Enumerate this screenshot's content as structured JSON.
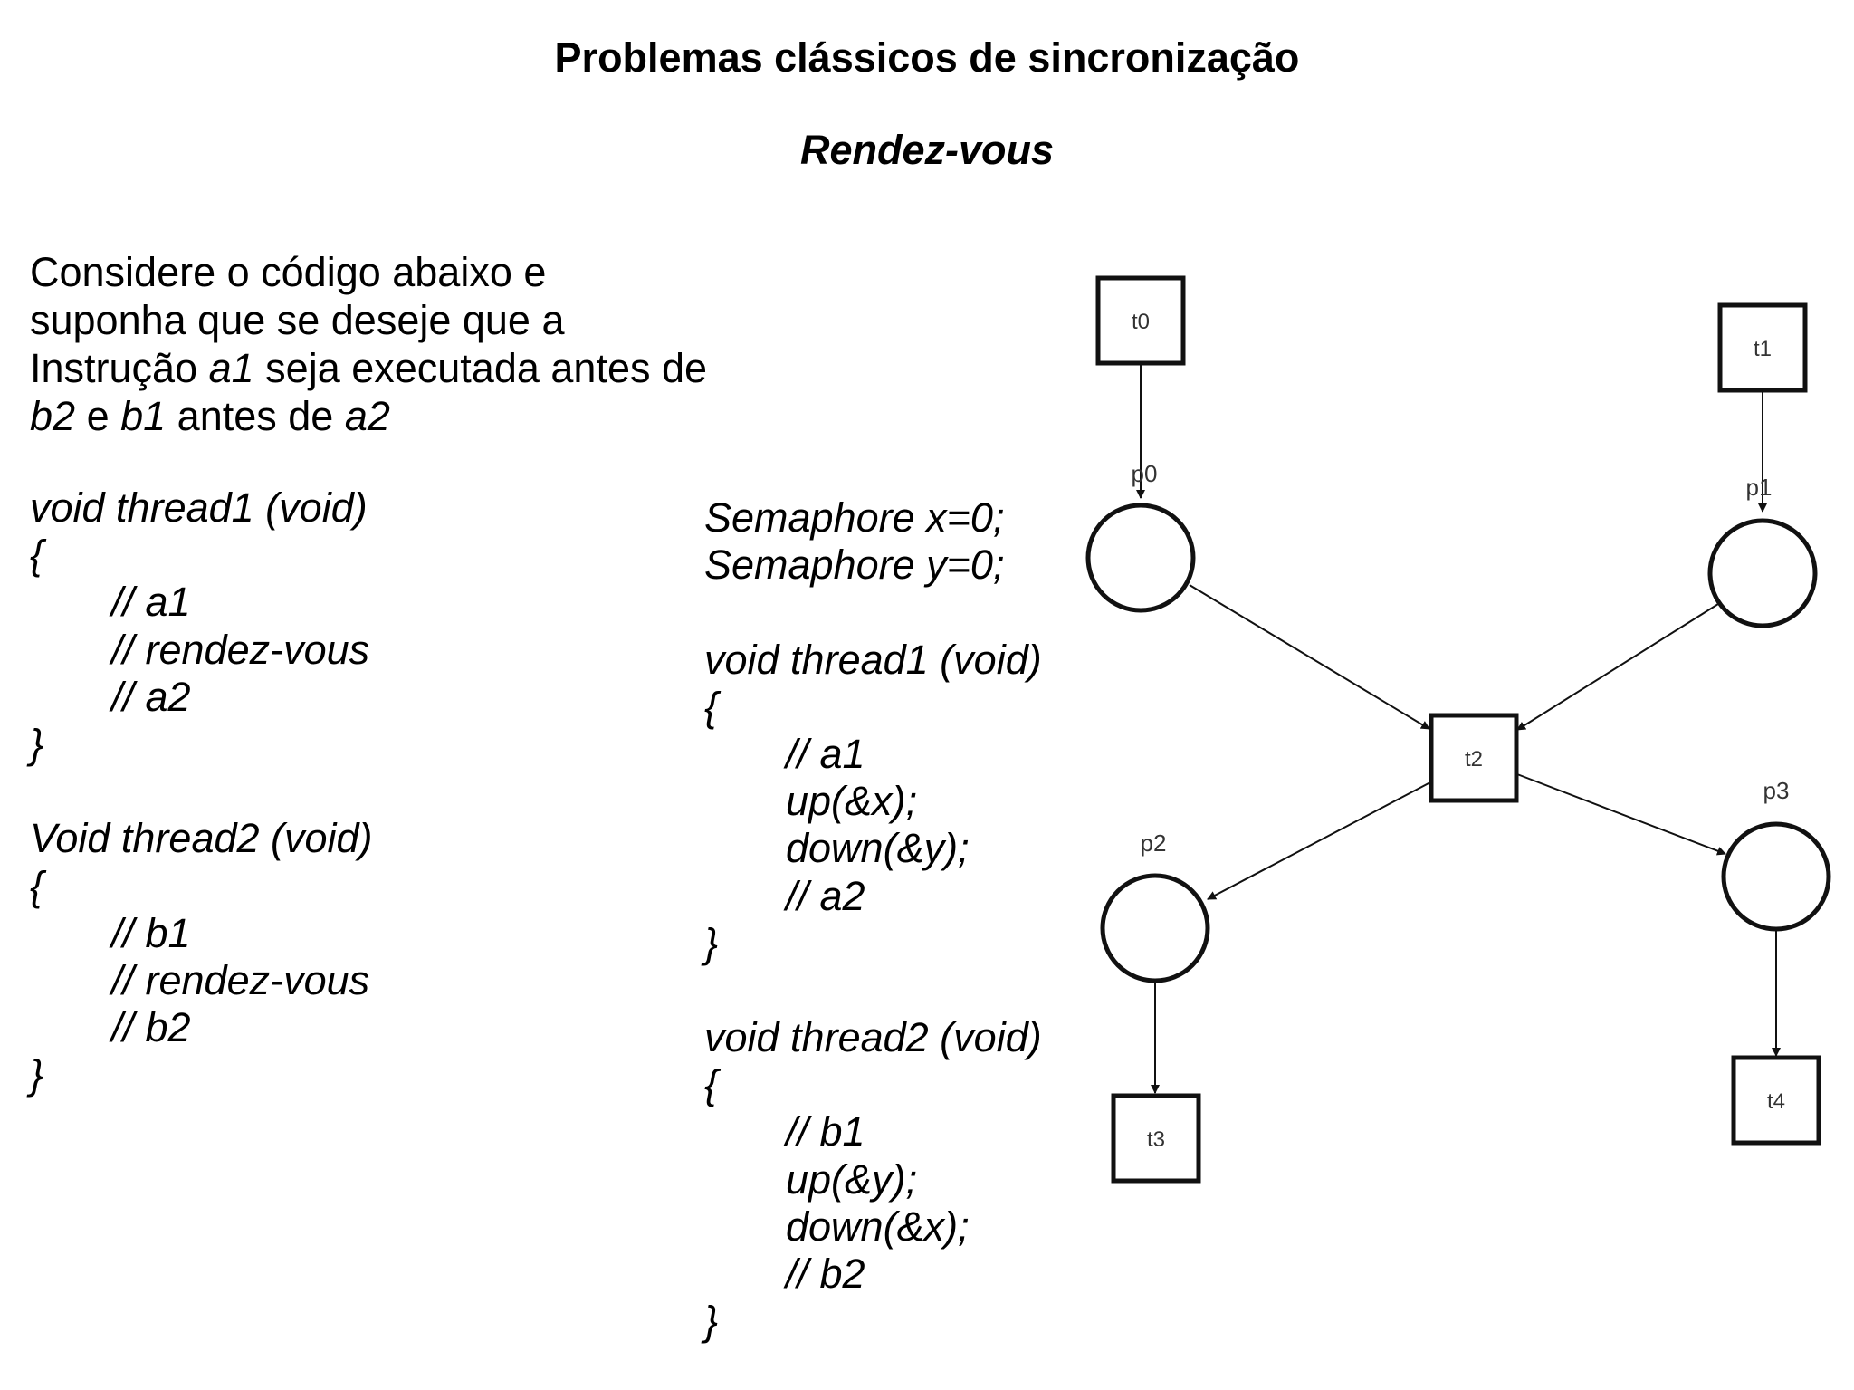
{
  "title": "Problemas clássicos de sincronização",
  "subtitle": "Rendez-vous",
  "intro": {
    "line1": "Considere o código abaixo e",
    "line2": "suponha que se deseje que a",
    "line3_pre": "Instrução ",
    "line3_a1": "a1",
    "line3_post": " seja executada antes de",
    "line4_b2": "b2",
    "line4_e": " e ",
    "line4_b1": "b1",
    "line4_antes": " antes de ",
    "line4_a2": "a2"
  },
  "code_left": [
    "void thread1 (void)",
    "{",
    "// a1",
    "// rendez-vous",
    "// a2",
    "}",
    "",
    "Void thread2 (void)",
    "{",
    "// b1",
    "// rendez-vous",
    "// b2",
    "}"
  ],
  "code_mid": [
    "Semaphore x=0;",
    "Semaphore y=0;",
    "",
    "void thread1 (void)",
    "{",
    "// a1",
    "up(&x);",
    "down(&y);",
    "// a2",
    "}",
    "",
    "void thread2 (void)",
    "{",
    "// b1",
    "up(&y);",
    "down(&x);",
    "// b2",
    "}"
  ],
  "petri_net": {
    "transitions": [
      "t0",
      "t1",
      "t2",
      "t3",
      "t4"
    ],
    "places": [
      "p0",
      "p1",
      "p2",
      "p3"
    ],
    "arcs": [
      [
        "t0",
        "p0"
      ],
      [
        "t1",
        "p1"
      ],
      [
        "p0",
        "t2"
      ],
      [
        "p1",
        "t2"
      ],
      [
        "t2",
        "p2"
      ],
      [
        "t2",
        "p3"
      ],
      [
        "p2",
        "t3"
      ],
      [
        "p3",
        "t4"
      ]
    ]
  }
}
